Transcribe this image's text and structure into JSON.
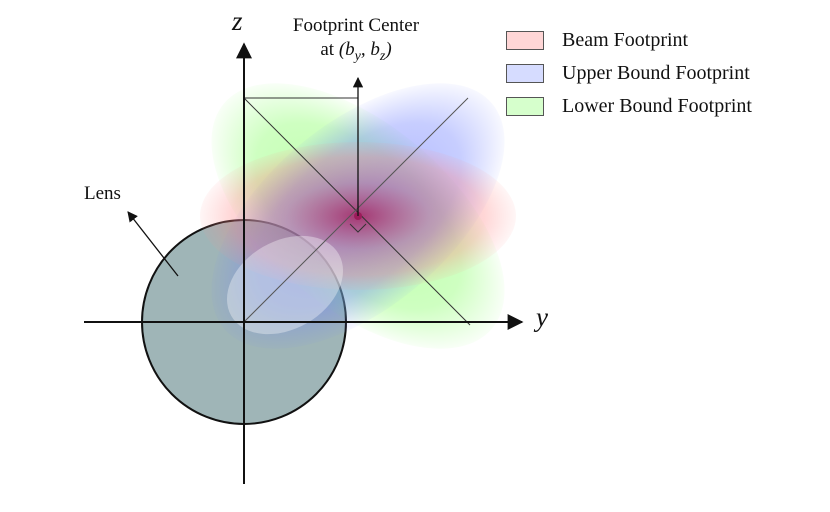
{
  "axes": {
    "y_label": "y",
    "z_label": "z"
  },
  "annotations": {
    "lens": "Lens",
    "center_title": "Footprint Center",
    "center_at": "at",
    "center_coords": "(b_y, b_z)"
  },
  "legend": [
    {
      "label": "Beam Footprint",
      "color": "#ffd6d6"
    },
    {
      "label": "Upper Bound Footprint",
      "color": "#d6dcff"
    },
    {
      "label": "Lower Bound Footprint",
      "color": "#d6ffcc"
    }
  ],
  "colors": {
    "beam": "#ff8080",
    "upper": "#6c7dff",
    "lower": "#7fff5c",
    "lens_fill": "#9fb5b7",
    "center_dot": "#9b1b5a"
  }
}
